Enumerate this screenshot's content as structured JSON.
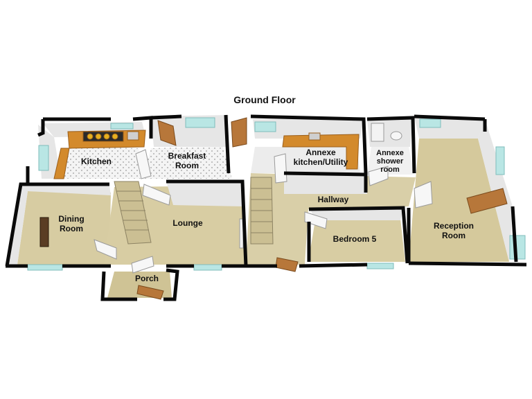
{
  "floor_title": "Ground Floor",
  "colors": {
    "wall": "#0a0a0a",
    "wall_face": "#e9e9e9",
    "carpet": "#d8cda3",
    "tile": "#f3f3f3",
    "worktop": "#d38a2c",
    "door": "#b7773a",
    "stairs": "#c9bd92",
    "window": "#b9e6e4"
  },
  "rooms": [
    {
      "key": "kitchen",
      "lines": [
        "Kitchen"
      ]
    },
    {
      "key": "breakfast",
      "lines": [
        "Breakfast",
        "Room"
      ]
    },
    {
      "key": "annexe_kitchen",
      "lines": [
        "Annexe",
        "kitchen/Utility"
      ]
    },
    {
      "key": "annexe_shower",
      "lines": [
        "Annexe",
        "shower",
        "room"
      ]
    },
    {
      "key": "dining",
      "lines": [
        "Dining",
        "Room"
      ]
    },
    {
      "key": "lounge",
      "lines": [
        "Lounge"
      ]
    },
    {
      "key": "hallway",
      "lines": [
        "Hallway"
      ]
    },
    {
      "key": "bedroom5",
      "lines": [
        "Bedroom 5"
      ]
    },
    {
      "key": "reception",
      "lines": [
        "Reception",
        "Room"
      ]
    },
    {
      "key": "porch",
      "lines": [
        "Porch"
      ]
    }
  ]
}
